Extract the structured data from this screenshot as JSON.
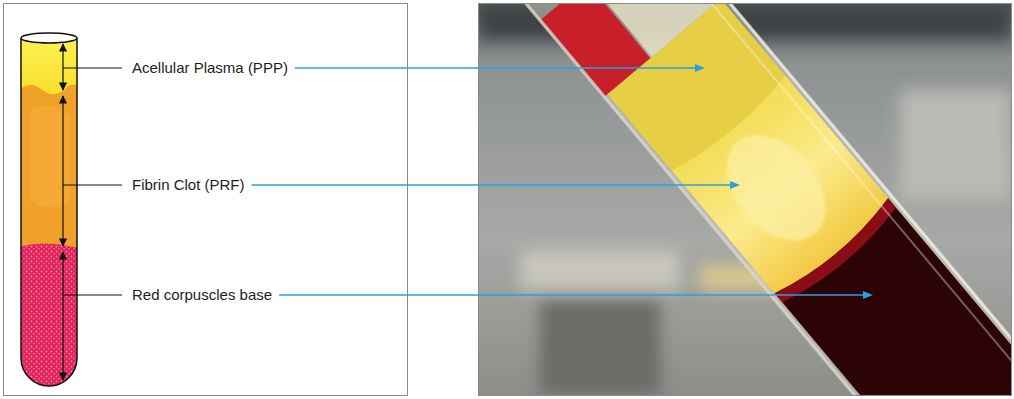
{
  "diagram": {
    "labels": [
      "Acellular Plasma (PPP)",
      "Fibrin Clot (PRF)",
      "Red corpuscles base"
    ]
  }
}
